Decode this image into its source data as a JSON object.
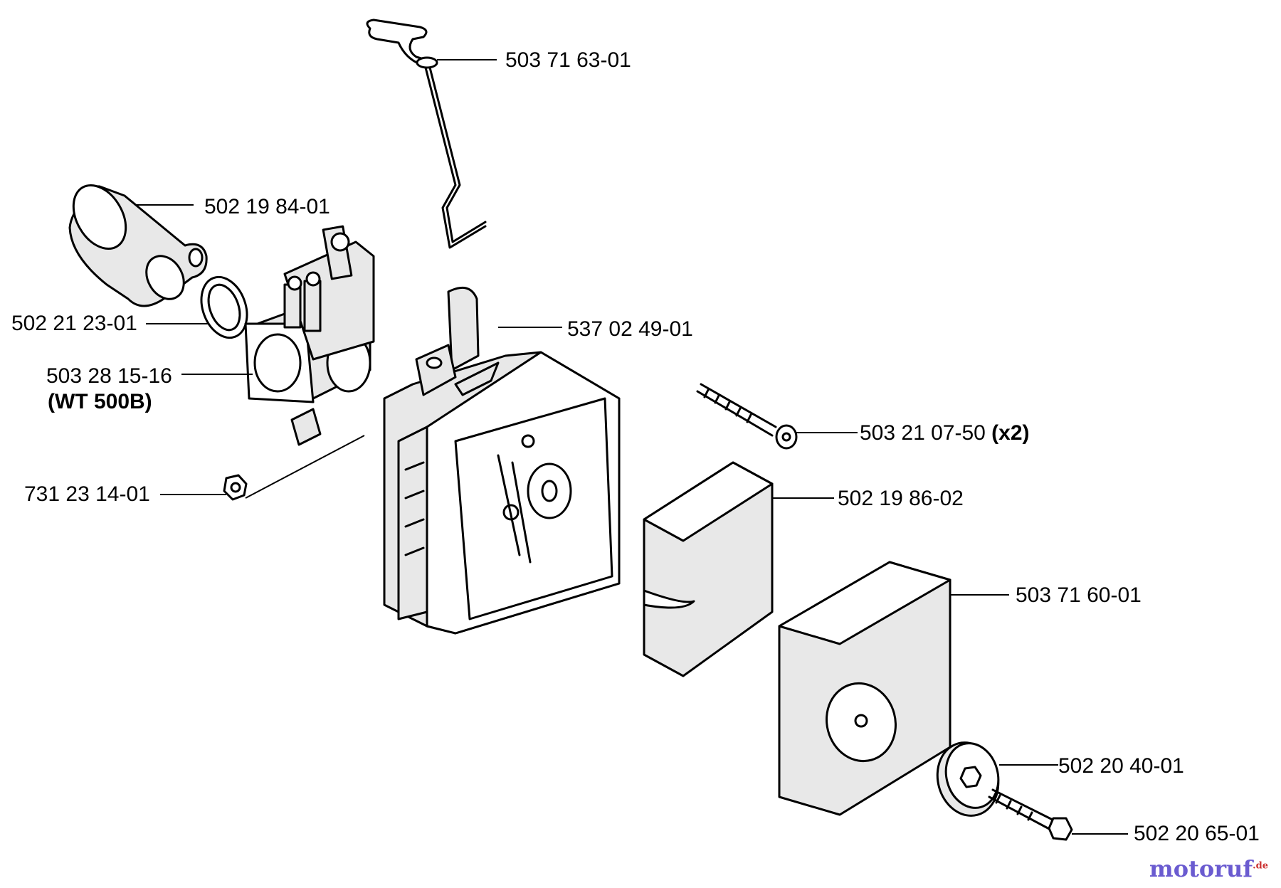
{
  "parts": [
    {
      "id": "dipstick",
      "part_no": "503 71 63-01"
    },
    {
      "id": "intake-elbow",
      "part_no": "502 19 84-01"
    },
    {
      "id": "o-ring",
      "part_no": "502 21 23-01"
    },
    {
      "id": "carburetor",
      "part_no": "503 28 15-16",
      "note": "(WT 500B)"
    },
    {
      "id": "nut",
      "part_no": "731 23 14-01"
    },
    {
      "id": "air-filter-holder",
      "part_no": "537 02 49-01"
    },
    {
      "id": "screw",
      "part_no": "503 21 07-50",
      "qty": "(x2)"
    },
    {
      "id": "filter-element",
      "part_no": "502 19 86-02"
    },
    {
      "id": "filter-cover",
      "part_no": "503 71 60-01"
    },
    {
      "id": "knob",
      "part_no": "502 20 40-01"
    },
    {
      "id": "cover-bolt",
      "part_no": "502 20 65-01"
    }
  ],
  "watermark": {
    "text": "motoruf",
    "suffix": ".de",
    "color": "#6a5bd0"
  }
}
